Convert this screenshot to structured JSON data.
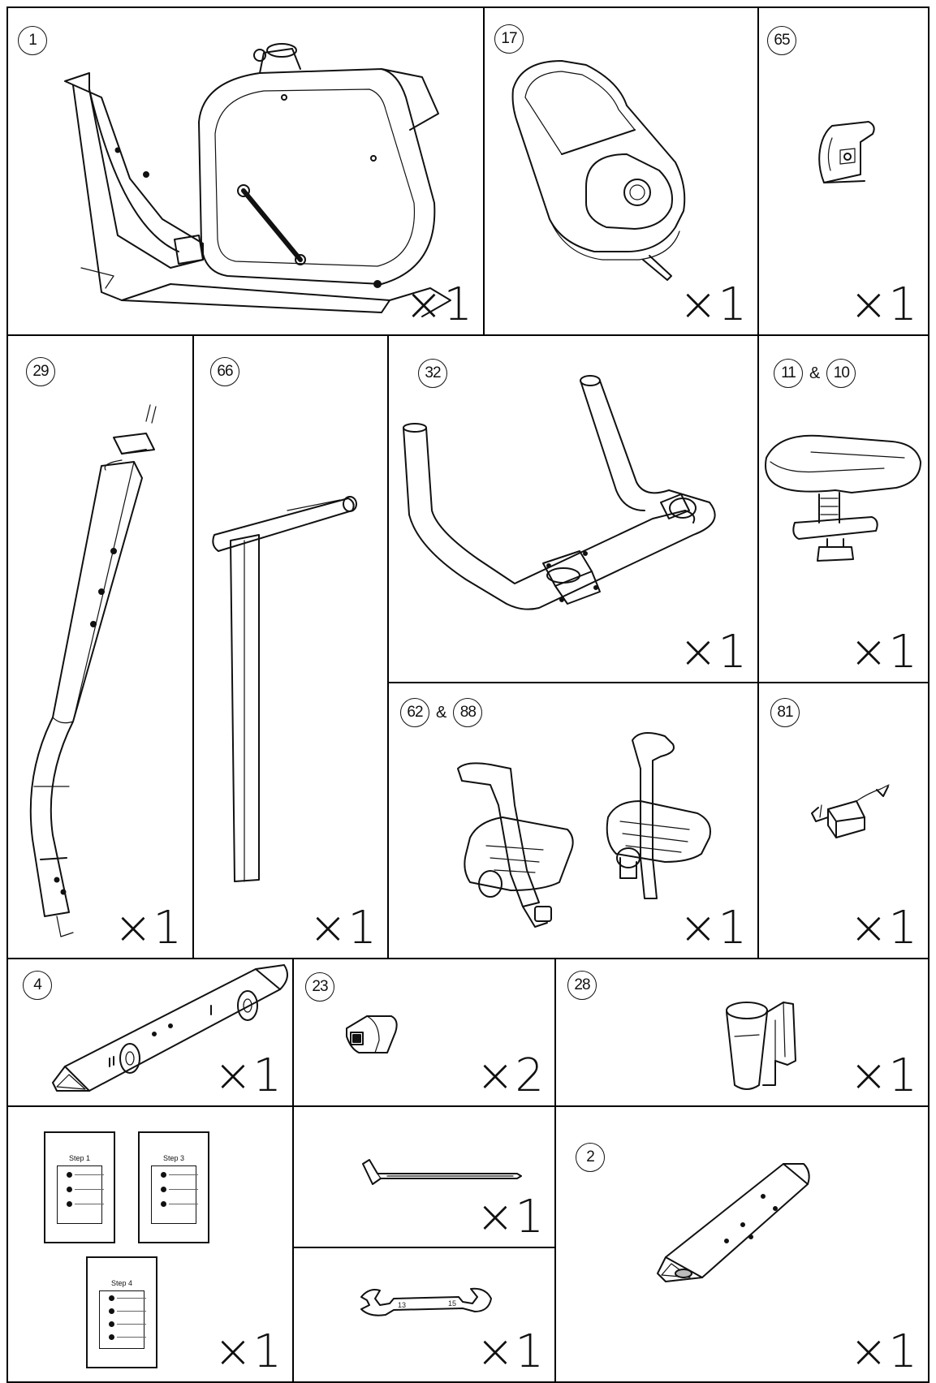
{
  "parts": {
    "p1": {
      "label": "1",
      "qty": "×1"
    },
    "p17": {
      "label": "17",
      "qty": "×1"
    },
    "p65": {
      "label": "65",
      "qty": "×1"
    },
    "p29": {
      "label": "29",
      "qty": "×1"
    },
    "p66": {
      "label": "66",
      "qty": "×1"
    },
    "p32": {
      "label": "32",
      "qty": "×1"
    },
    "p11_10": {
      "label_a": "11",
      "amp": "&",
      "label_b": "10",
      "qty": "×1"
    },
    "p62_88": {
      "label_a": "62",
      "amp": "&",
      "label_b": "88",
      "qty": "×1"
    },
    "p81": {
      "label": "81",
      "qty": "×1"
    },
    "p4": {
      "label": "4",
      "qty": "×1"
    },
    "p23": {
      "label": "23",
      "qty": "×2"
    },
    "p28": {
      "label": "28",
      "qty": "×1"
    },
    "manuals": {
      "qty": "×1",
      "step_1": "Step 1",
      "step_3": "Step 3",
      "step_4": "Step 4"
    },
    "allen_key": {
      "qty": "×1"
    },
    "wrench": {
      "qty": "×1",
      "size_a": "13",
      "size_b": "15"
    },
    "p2": {
      "label": "2",
      "qty": "×1"
    }
  }
}
